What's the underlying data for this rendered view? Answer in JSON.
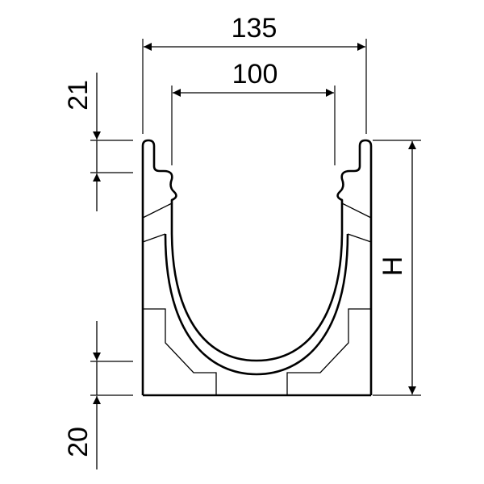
{
  "drawing": {
    "dimensions": {
      "outer_width": "135",
      "inner_width": "100",
      "top_lip_height": "21",
      "bottom_thickness": "20",
      "overall_height": "H"
    },
    "colors": {
      "line": "#000000",
      "background": "#ffffff"
    }
  }
}
